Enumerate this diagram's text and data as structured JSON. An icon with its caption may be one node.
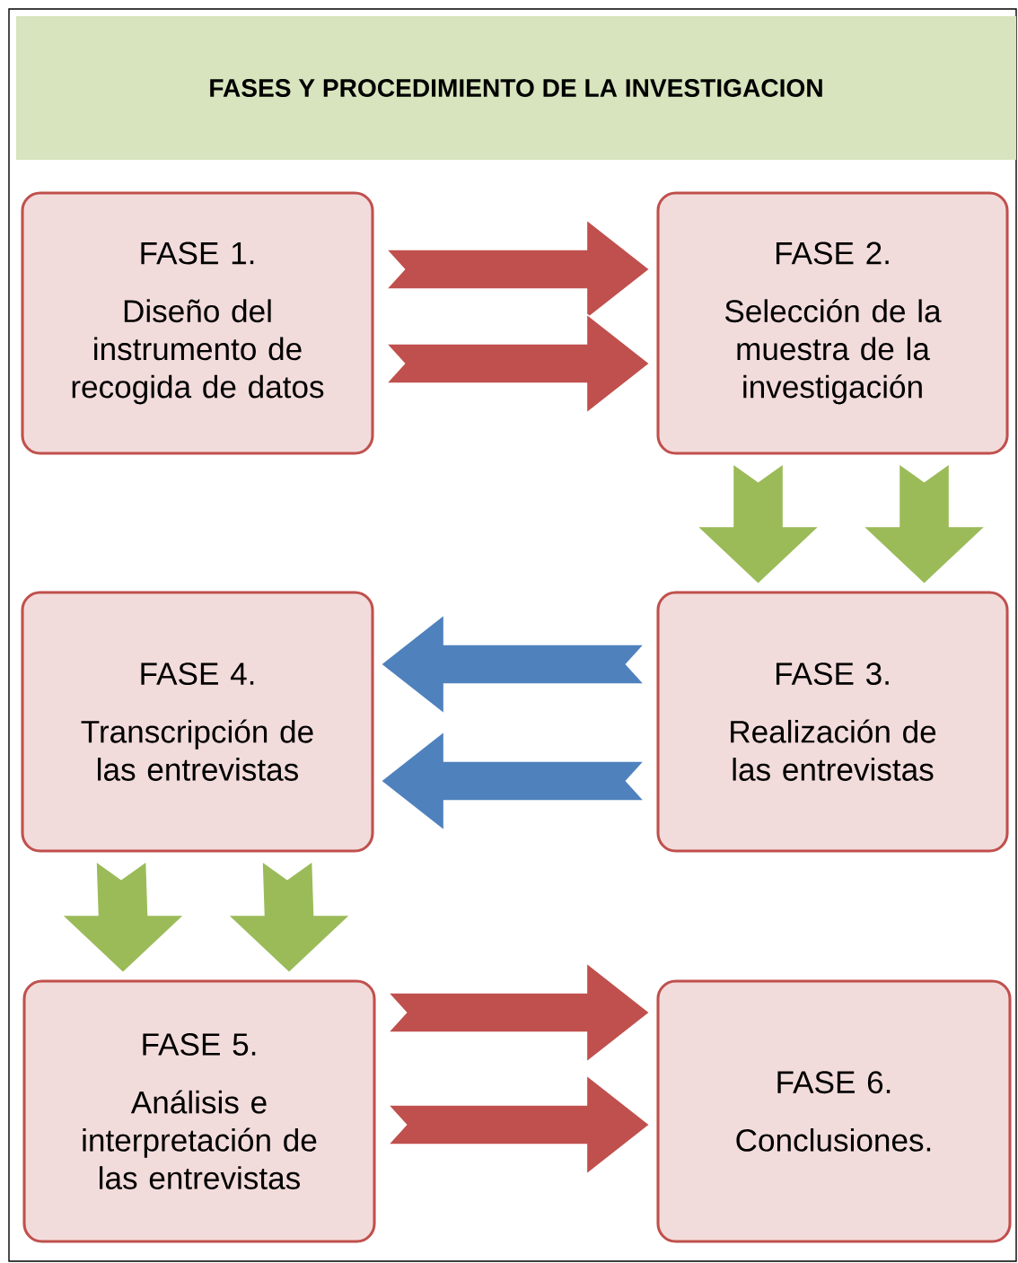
{
  "diagram": {
    "title": "FASES Y PROCEDIMIENTO DE LA INVESTIGACION",
    "nodes": [
      {
        "text": [
          "FASE 1.",
          "Diseño del instrumento de recogida de datos"
        ]
      },
      {
        "text": [
          "FASE 2.",
          "Selección de la muestra de la investigación"
        ]
      },
      {
        "text": [
          "FASE 3.",
          "Realización de las entrevistas"
        ]
      },
      {
        "text": [
          "FASE 4.",
          "Transcripción de las entrevistas"
        ]
      },
      {
        "text": [
          "FASE 5.",
          "Análisis e interpretación de las entrevistas"
        ]
      },
      {
        "text": [
          "FASE 6.",
          "Conclusiones."
        ]
      }
    ],
    "edges": [
      {
        "from": 0,
        "to": 1,
        "arrow": "to",
        "color": "#c0504d"
      },
      {
        "from": 0,
        "to": 1,
        "arrow": "to",
        "color": "#c0504d"
      },
      {
        "from": 1,
        "to": 2,
        "arrow": "to",
        "color": "#9bbb59"
      },
      {
        "from": 1,
        "to": 2,
        "arrow": "to",
        "color": "#9bbb59"
      },
      {
        "from": 2,
        "to": 3,
        "arrow": "to",
        "color": "#4f81bd"
      },
      {
        "from": 2,
        "to": 3,
        "arrow": "to",
        "color": "#4f81bd"
      },
      {
        "from": 3,
        "to": 4,
        "arrow": "to",
        "color": "#9bbb59"
      },
      {
        "from": 3,
        "to": 4,
        "arrow": "to",
        "color": "#9bbb59"
      },
      {
        "from": 4,
        "to": 5,
        "arrow": "to",
        "color": "#c0504d"
      },
      {
        "from": 4,
        "to": 5,
        "arrow": "to",
        "color": "#c0504d"
      }
    ]
  }
}
